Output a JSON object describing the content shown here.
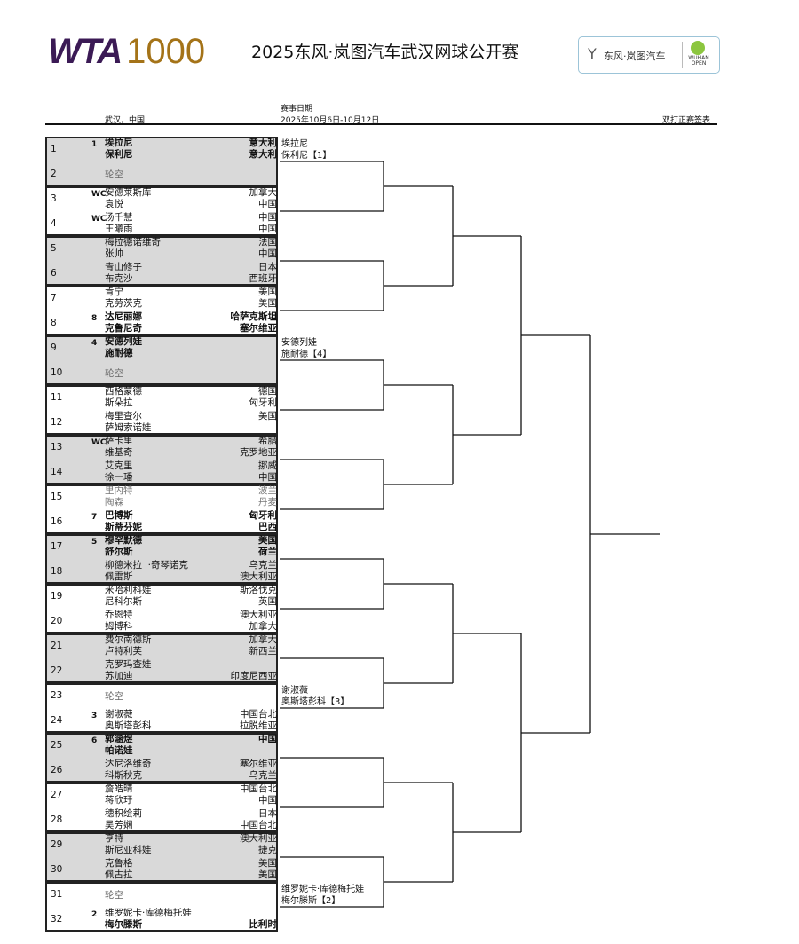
{
  "header": {
    "logo_wta": "WTA",
    "logo_tier": "1000",
    "title": "2025东风·岚图汽车武汉网球公开赛",
    "sponsor_name": "东风·岚图汽车",
    "sponsor_event": "WUHAN OPEN",
    "location": "武汉，中国",
    "date_label": "赛事日期",
    "dates": "2025年10月6日-10月12日",
    "draw_type": "双打正赛签表"
  },
  "bye_label": "轮空",
  "slots": [
    {
      "num": "1",
      "seed": "1",
      "players": [
        {
          "name": "埃拉尼",
          "country": "意大利",
          "bold": true
        },
        {
          "name": "保利尼",
          "country": "意大利",
          "bold": true
        }
      ]
    },
    {
      "num": "2",
      "bye": true
    },
    {
      "num": "3",
      "seed": "WC",
      "players": [
        {
          "name": "安德莱斯库",
          "country": "加拿大"
        },
        {
          "name": "袁悦",
          "country": "中国"
        }
      ]
    },
    {
      "num": "4",
      "seed": "WC",
      "players": [
        {
          "name": "汤千慧",
          "country": "中国"
        },
        {
          "name": "王曦雨",
          "country": "中国"
        }
      ]
    },
    {
      "num": "5",
      "players": [
        {
          "name": "梅拉德诺维奇",
          "country": "法国"
        },
        {
          "name": "张帅",
          "country": "中国"
        }
      ]
    },
    {
      "num": "6",
      "players": [
        {
          "name": "青山修子",
          "country": "日本"
        },
        {
          "name": "布克沙",
          "country": "西班牙"
        }
      ]
    },
    {
      "num": "7",
      "players": [
        {
          "name": "肯宁",
          "country": "美国"
        },
        {
          "name": "克劳茨克",
          "country": "美国"
        }
      ]
    },
    {
      "num": "8",
      "seed": "8",
      "players": [
        {
          "name": "达尼丽娜",
          "country": "哈萨克斯坦",
          "bold": true
        },
        {
          "name": "克鲁尼奇",
          "country": "塞尔维亚",
          "bold": true
        }
      ]
    },
    {
      "num": "9",
      "seed": "4",
      "players": [
        {
          "name": "安德列娃",
          "country": "",
          "bold": true
        },
        {
          "name": "施耐德",
          "country": "",
          "bold": true
        }
      ]
    },
    {
      "num": "10",
      "bye": true
    },
    {
      "num": "11",
      "players": [
        {
          "name": "西格蒙德",
          "country": "德国"
        },
        {
          "name": "斯朵拉",
          "country": "匈牙利"
        }
      ]
    },
    {
      "num": "12",
      "players": [
        {
          "name": "梅里查尔",
          "country": "美国"
        },
        {
          "name": "萨姆索诺娃",
          "country": ""
        }
      ]
    },
    {
      "num": "13",
      "seed": "WC",
      "players": [
        {
          "name": "萨卡里",
          "country": "希腊"
        },
        {
          "name": "维基奇",
          "country": "克罗地亚"
        }
      ]
    },
    {
      "num": "14",
      "players": [
        {
          "name": "艾克里",
          "country": "挪威"
        },
        {
          "name": "徐一璠",
          "country": "中国"
        }
      ]
    },
    {
      "num": "15",
      "players": [
        {
          "name": "里内特",
          "country": "波兰",
          "gray": true
        },
        {
          "name": "陶森",
          "country": "丹麦",
          "gray": true
        }
      ]
    },
    {
      "num": "16",
      "seed": "7",
      "players": [
        {
          "name": "巴博斯",
          "country": "匈牙利",
          "bold": true
        },
        {
          "name": "斯蒂芬妮",
          "country": "巴西",
          "bold": true
        }
      ]
    },
    {
      "num": "17",
      "seed": "5",
      "players": [
        {
          "name": "穆罕默德",
          "country": "美国",
          "bold": true
        },
        {
          "name": "舒尔斯",
          "country": "荷兰",
          "bold": true
        }
      ]
    },
    {
      "num": "18",
      "players": [
        {
          "name": "柳德米拉  ·奇琴诺克",
          "country": "乌克兰"
        },
        {
          "name": "佩雷斯",
          "country": "澳大利亚"
        }
      ]
    },
    {
      "num": "19",
      "players": [
        {
          "name": "米哈利科娃",
          "country": "斯洛伐克"
        },
        {
          "name": "尼科尔斯",
          "country": "英国"
        }
      ]
    },
    {
      "num": "20",
      "players": [
        {
          "name": "乔恩特",
          "country": "澳大利亚"
        },
        {
          "name": "姆博科",
          "country": "加拿大"
        }
      ]
    },
    {
      "num": "21",
      "players": [
        {
          "name": "费尔南德斯",
          "country": "加拿大"
        },
        {
          "name": "卢特利芙",
          "country": "新西兰"
        }
      ]
    },
    {
      "num": "22",
      "players": [
        {
          "name": "克罗玛查娃",
          "country": ""
        },
        {
          "name": "苏加迪",
          "country": "印度尼西亚"
        }
      ]
    },
    {
      "num": "23",
      "bye": true
    },
    {
      "num": "24",
      "seed": "3",
      "players": [
        {
          "name": "谢淑薇",
          "country": "中国台北"
        },
        {
          "name": "奥斯塔彭科",
          "country": "拉脱维亚"
        }
      ]
    },
    {
      "num": "25",
      "seed": "6",
      "players": [
        {
          "name": "郭涵煜",
          "country": "中国",
          "bold": true
        },
        {
          "name": "帕诺娃",
          "country": "",
          "bold": true
        }
      ]
    },
    {
      "num": "26",
      "players": [
        {
          "name": "达尼洛维奇",
          "country": "塞尔维亚"
        },
        {
          "name": "科斯秋克",
          "country": "乌克兰"
        }
      ]
    },
    {
      "num": "27",
      "players": [
        {
          "name": "詹皓晴",
          "country": "中国台北"
        },
        {
          "name": "蒋欣玗",
          "country": "中国"
        }
      ]
    },
    {
      "num": "28",
      "players": [
        {
          "name": "穗积绘莉",
          "country": "日本"
        },
        {
          "name": "吴芳娴",
          "country": "中国台北"
        }
      ]
    },
    {
      "num": "29",
      "players": [
        {
          "name": "亨特",
          "country": "澳大利亚"
        },
        {
          "name": "斯尼亚科娃",
          "country": "捷克"
        }
      ]
    },
    {
      "num": "30",
      "players": [
        {
          "name": "克鲁格",
          "country": "美国"
        },
        {
          "name": "佩古拉",
          "country": "美国"
        }
      ]
    },
    {
      "num": "31",
      "bye": true
    },
    {
      "num": "32",
      "seed": "2",
      "players": [
        {
          "name": "维罗妮卡·库德梅托娃",
          "country": ""
        },
        {
          "name": "梅尔滕斯",
          "country": "比利时",
          "bold": true
        }
      ]
    }
  ],
  "round2": [
    {
      "match": 0,
      "line1": "埃拉尼",
      "line2": "保利尼【1】"
    },
    {
      "match": 4,
      "line1": "安德列娃",
      "line2": "施耐德【4】"
    },
    {
      "match": 11,
      "line1": "谢淑薇",
      "line2": "奥斯塔彭科【3】"
    },
    {
      "match": 15,
      "line1": "维罗妮卡·库德梅托娃",
      "line2": "梅尔滕斯【2】"
    }
  ]
}
